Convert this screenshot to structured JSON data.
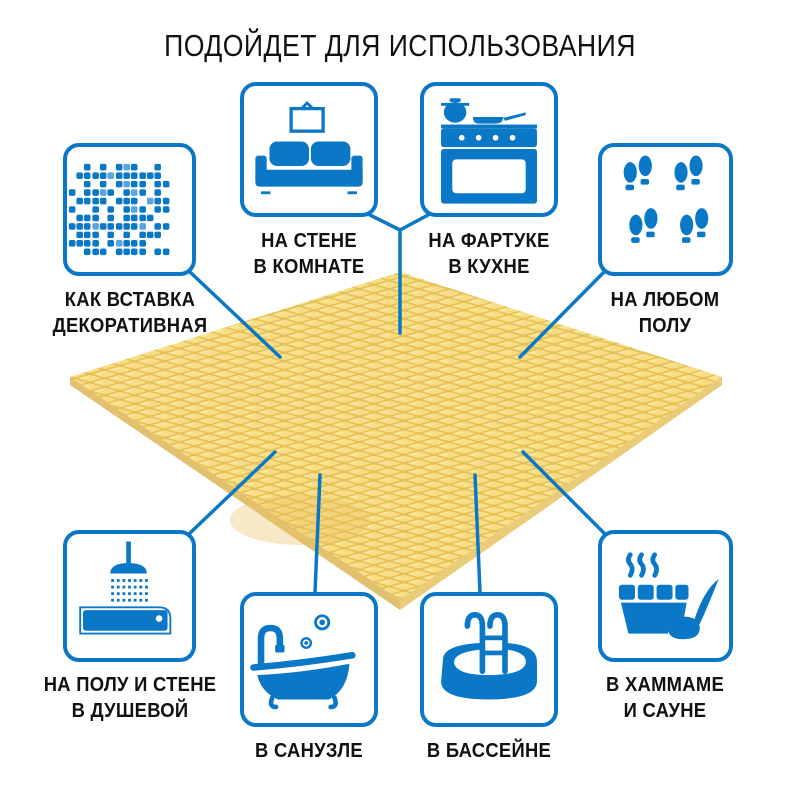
{
  "title": "ПОДОЙДЕТ ДЛЯ ИСПОЛЬЗОВАНИЯ",
  "colors": {
    "accent": "#0a78c6",
    "light_accent": "#5aa3dc",
    "tile_yellow": "#f4d46e",
    "text": "#111111"
  },
  "product": {
    "name": "yellow-glass-mosaic-sheet"
  },
  "uses": [
    {
      "id": "decor-insert",
      "icon": "mosaic-pattern-icon",
      "line1": "КАК ВСТАВКА",
      "line2": "ДЕКОРАТИВНАЯ"
    },
    {
      "id": "room-wall",
      "icon": "sofa-icon",
      "line1": "НА СТЕНЕ",
      "line2": "В КОМНАТЕ"
    },
    {
      "id": "kitchen-backsplash",
      "icon": "stove-icon",
      "line1": "НА ФАРТУКЕ",
      "line2": "В КУХНЕ"
    },
    {
      "id": "any-floor",
      "icon": "footprints-icon",
      "line1": "НА ЛЮБОМ",
      "line2": "ПОЛУ"
    },
    {
      "id": "shower",
      "icon": "shower-icon",
      "line1": "НА ПОЛУ И СТЕНЕ",
      "line2": "В ДУШЕВОЙ"
    },
    {
      "id": "bathroom",
      "icon": "bathtub-icon",
      "line1": "В САНУЗЛЕ",
      "line2": ""
    },
    {
      "id": "pool",
      "icon": "pool-icon",
      "line1": "В БАССЕЙНЕ",
      "line2": ""
    },
    {
      "id": "sauna",
      "icon": "sauna-bucket-icon",
      "line1": "В ХАММАМЕ",
      "line2": "И САУНЕ"
    }
  ]
}
